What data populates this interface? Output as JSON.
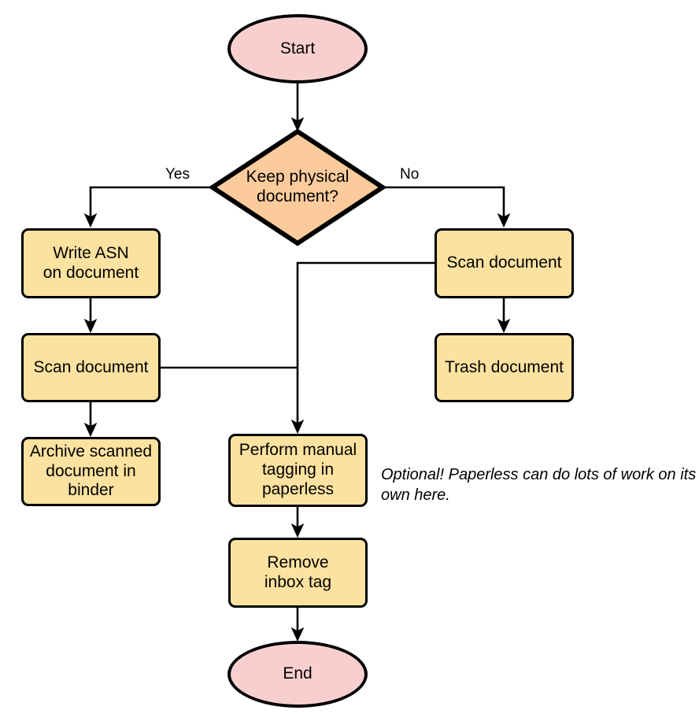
{
  "diagram": {
    "type": "flowchart",
    "title": "",
    "colors": {
      "terminal_fill": "#f8cfcf",
      "process_fill": "#fce2a0",
      "decision_fill": "#fccb9c",
      "stroke": "#000000",
      "background": "#ffffff"
    },
    "nodes": [
      {
        "id": "start",
        "shape": "ellipse",
        "label": "Start"
      },
      {
        "id": "decision",
        "shape": "diamond",
        "label": "Keep physical\ndocument?"
      },
      {
        "id": "write_asn",
        "shape": "rect",
        "label": "Write ASN\non document"
      },
      {
        "id": "scan_left",
        "shape": "rect",
        "label": "Scan document"
      },
      {
        "id": "archive",
        "shape": "rect",
        "label": "Archive scanned\ndocument in\nbinder"
      },
      {
        "id": "scan_right",
        "shape": "rect",
        "label": "Scan document"
      },
      {
        "id": "trash",
        "shape": "rect",
        "label": "Trash document"
      },
      {
        "id": "tagging",
        "shape": "rect",
        "label": "Perform manual\ntagging in\npaperless"
      },
      {
        "id": "remove_tag",
        "shape": "rect",
        "label": "Remove\ninbox tag"
      },
      {
        "id": "end",
        "shape": "ellipse",
        "label": "End"
      }
    ],
    "edges": [
      {
        "from": "start",
        "to": "decision",
        "label": ""
      },
      {
        "from": "decision",
        "to": "write_asn",
        "label": "Yes"
      },
      {
        "from": "decision",
        "to": "scan_right",
        "label": "No"
      },
      {
        "from": "write_asn",
        "to": "scan_left",
        "label": ""
      },
      {
        "from": "scan_left",
        "to": "archive",
        "label": ""
      },
      {
        "from": "scan_left",
        "to": "tagging",
        "label": ""
      },
      {
        "from": "scan_right",
        "to": "trash",
        "label": ""
      },
      {
        "from": "scan_right",
        "to": "tagging",
        "label": ""
      },
      {
        "from": "tagging",
        "to": "remove_tag",
        "label": ""
      },
      {
        "from": "remove_tag",
        "to": "end",
        "label": ""
      }
    ],
    "edge_labels": {
      "yes": "Yes",
      "no": "No"
    },
    "annotations": [
      {
        "id": "optional-note",
        "text": "Optional! Paperless can do lots of work on its own here."
      }
    ]
  }
}
